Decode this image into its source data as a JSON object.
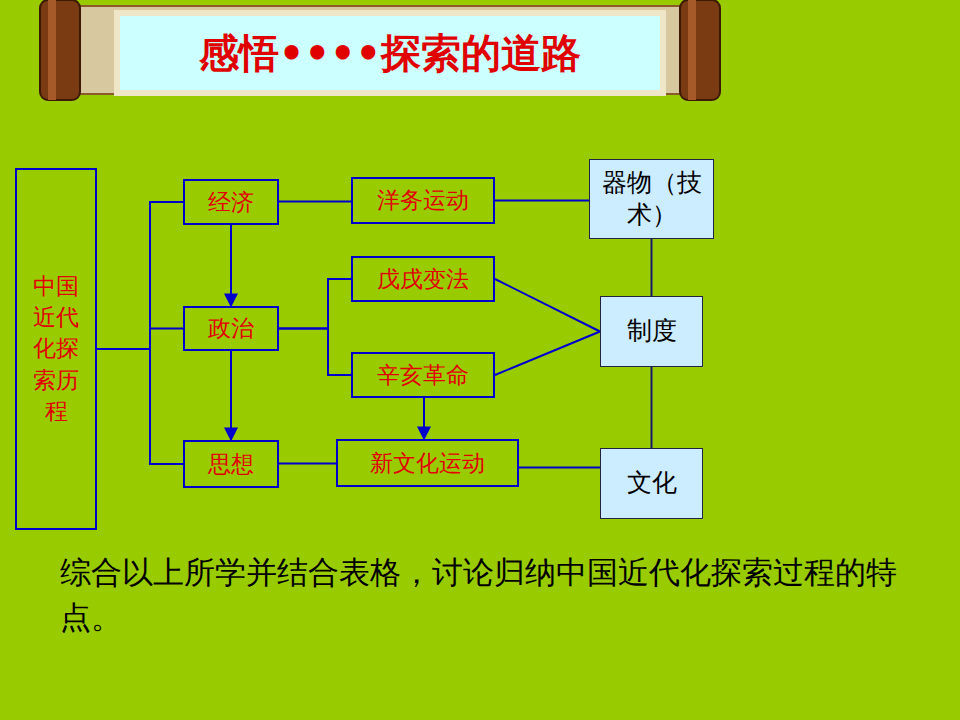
{
  "diagram": {
    "title": "感悟••••探索的道路",
    "caption": "综合以上所学并结合表格，讨论归纳中国近代化探索过程的特点。",
    "nodes": [
      {
        "text": [
          "中国近代化探索历程"
        ]
      },
      {
        "text": [
          "经济"
        ]
      },
      {
        "text": [
          "政治"
        ]
      },
      {
        "text": [
          "思想"
        ]
      },
      {
        "text": [
          "洋务运动"
        ]
      },
      {
        "text": [
          "戊戌变法"
        ]
      },
      {
        "text": [
          "辛亥革命"
        ]
      },
      {
        "text": [
          "新文化运动"
        ]
      },
      {
        "text": [
          "器物（技术）"
        ]
      },
      {
        "text": [
          "制度"
        ]
      },
      {
        "text": [
          "文化"
        ]
      }
    ],
    "edges": [
      {
        "from": 0,
        "to": 1,
        "arrow": "none"
      },
      {
        "from": 0,
        "to": 2,
        "arrow": "none"
      },
      {
        "from": 0,
        "to": 3,
        "arrow": "none"
      },
      {
        "from": 1,
        "to": 4,
        "arrow": "none"
      },
      {
        "from": 4,
        "to": 8,
        "arrow": "none"
      },
      {
        "from": 1,
        "to": 2,
        "arrow": "to"
      },
      {
        "from": 2,
        "to": 3,
        "arrow": "to"
      },
      {
        "from": 2,
        "to": 5,
        "arrow": "none"
      },
      {
        "from": 2,
        "to": 6,
        "arrow": "none"
      },
      {
        "from": 5,
        "to": 9,
        "arrow": "none"
      },
      {
        "from": 6,
        "to": 9,
        "arrow": "none"
      },
      {
        "from": 6,
        "to": 7,
        "arrow": "to"
      },
      {
        "from": 3,
        "to": 7,
        "arrow": "none"
      },
      {
        "from": 7,
        "to": 10,
        "arrow": "none"
      },
      {
        "from": 8,
        "to": 9,
        "arrow": "none"
      },
      {
        "from": 9,
        "to": 10,
        "arrow": "none"
      }
    ]
  }
}
